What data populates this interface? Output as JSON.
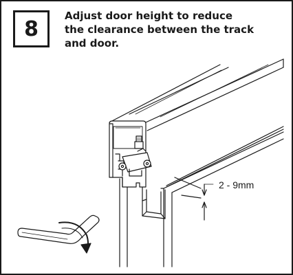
{
  "step": {
    "number": "8"
  },
  "instruction": {
    "text": "Adjust door height to reduce\nthe clearance between the track\nand door."
  },
  "dimension": {
    "label": "2 - 9mm"
  },
  "colors": {
    "ink": "#1a1a1a",
    "paper": "#ffffff"
  },
  "icons": {
    "tool": "hex-key-icon",
    "rotation": "clockwise-arrow-icon"
  }
}
